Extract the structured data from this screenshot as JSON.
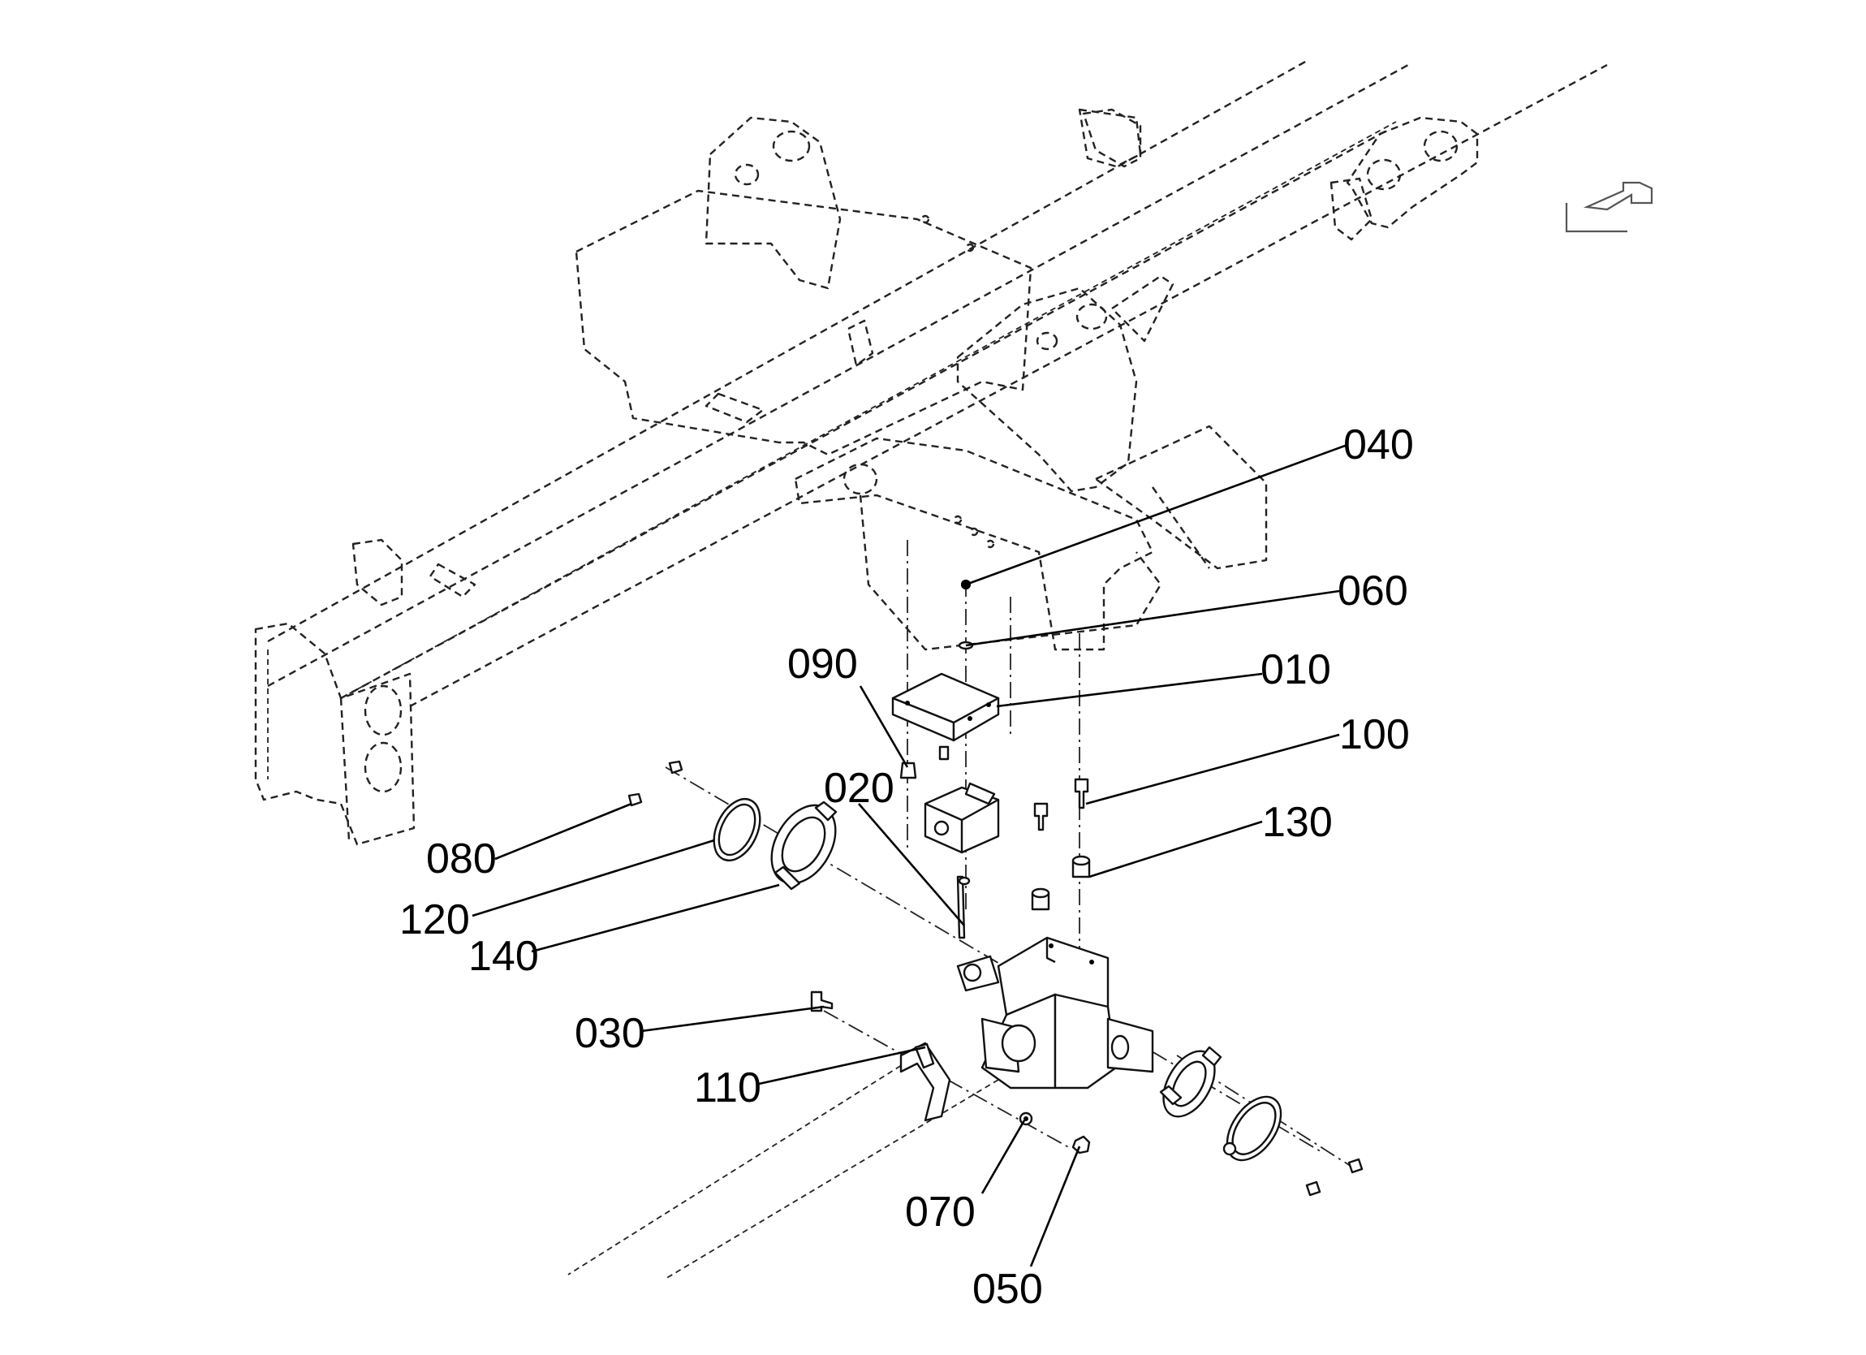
{
  "callouts": {
    "c040": "040",
    "c060": "060",
    "c010": "010",
    "c090": "090",
    "c100": "100",
    "c020": "020",
    "c130": "130",
    "c080": "080",
    "c120": "120",
    "c140": "140",
    "c030": "030",
    "c110": "110",
    "c070": "070",
    "c050": "050"
  },
  "icons": {
    "direction_arrow": "direction-arrow-icon"
  }
}
